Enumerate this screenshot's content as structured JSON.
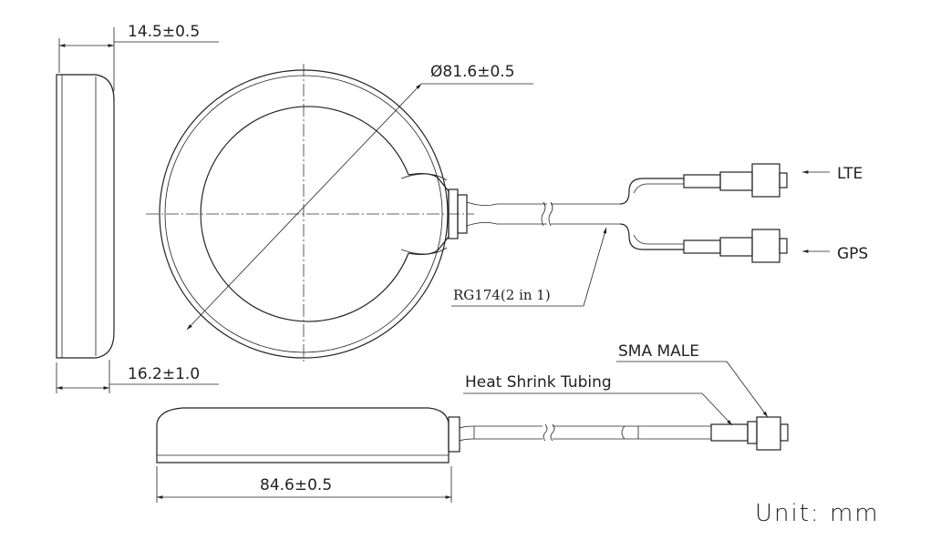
{
  "dimensions": {
    "side_width": "14.5±0.5",
    "diameter": "Ø81.6±0.5",
    "height": "16.2±1.0",
    "length": "84.6±0.5"
  },
  "labels": {
    "lte": "LTE",
    "gps": "GPS",
    "cable": "RG174(2 in 1)",
    "connector": "SMA MALE",
    "tubing": "Heat Shrink Tubing",
    "unit": "Unit: mm"
  }
}
